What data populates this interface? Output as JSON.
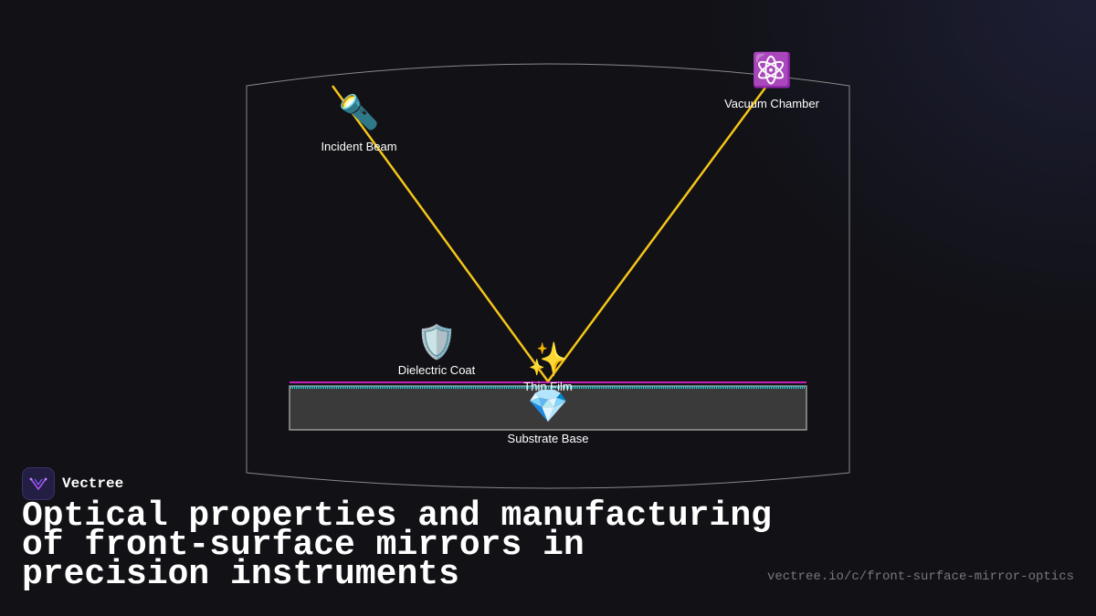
{
  "brand": {
    "name": "Vectree"
  },
  "title": "Optical properties and manufacturing of front-surface mirrors in precision instruments",
  "url": "vectree.io/c/front-surface-mirror-optics",
  "diagram": {
    "labels": {
      "incident_beam": "Incident Beam",
      "vacuum_chamber": "Vacuum Chamber",
      "dielectric_coat": "Dielectric Coat",
      "thin_film": "Thin Film",
      "substrate_base": "Substrate Base"
    },
    "icons": {
      "incident_beam": "flashlight-icon",
      "vacuum_chamber": "atom-icon",
      "dielectric_coat": "shield-icon",
      "thin_film": "sparkles-icon",
      "substrate_base": "gem-icon"
    },
    "colors": {
      "beam": "#f5c518",
      "film_layer": "#c21fb8",
      "coat_layer": "#27d3e0",
      "substrate": "#3a3a3a",
      "substrate_border": "#9a9a9a",
      "frame": "#8a8a8a"
    }
  }
}
